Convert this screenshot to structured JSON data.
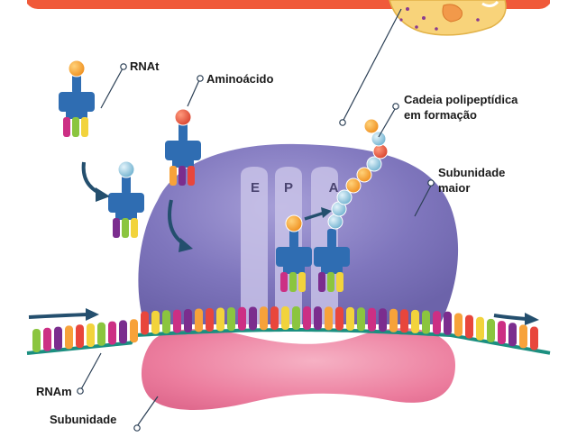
{
  "labels": {
    "trna": "RNAt",
    "amino_acid": "Aminoácido",
    "chain_line1": "Cadeia polipeptídica",
    "chain_line2": "em formação",
    "large_line1": "Subunidade",
    "large_line2": "maior",
    "mrna": "RNAm",
    "small_line1": "Subunidade"
  },
  "sites": {
    "e": "E",
    "p": "P",
    "a": "A"
  },
  "colors": {
    "header_bar": "#f05a3a",
    "large_subunit": "#7d74b8",
    "small_subunit": "#ee7fa0",
    "trna_body": "#2f6db2",
    "arrow": "#244f6e",
    "mrna_backbone": "#1b8f80",
    "amino_orange": "#f6a22c",
    "amino_red": "#e2553d",
    "amino_blue": "#8ec8e0",
    "cell_fill": "#f8d37a",
    "base_colors": [
      "#7b2d8e",
      "#cc2f84",
      "#8bc53f",
      "#f2d33c",
      "#e8463c",
      "#f7a23a"
    ]
  }
}
